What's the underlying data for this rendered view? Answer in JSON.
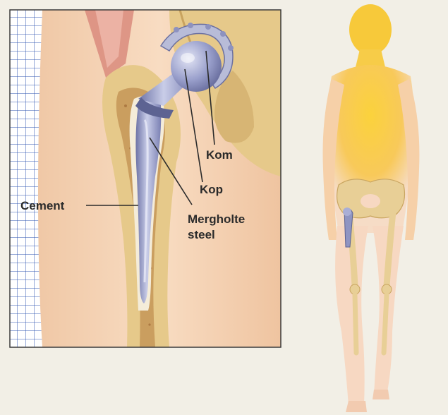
{
  "labels": {
    "kom": "Kom",
    "kop": "Kop",
    "cement": "Cement",
    "stem_line1": "Mergholte",
    "stem_line2": "steel"
  },
  "colors": {
    "background": "#f2efe6",
    "frame_border": "#3a3a3a",
    "grid_line": "#2f56b0",
    "bone": "#e6c98a",
    "bone_marrow": "#b37a3c",
    "implant": "#8f95c2",
    "implant_highlight": "#c9cde8",
    "skin": "#f5d3b8",
    "glow": "#f7c93a",
    "label_text": "#2b2b2b"
  }
}
